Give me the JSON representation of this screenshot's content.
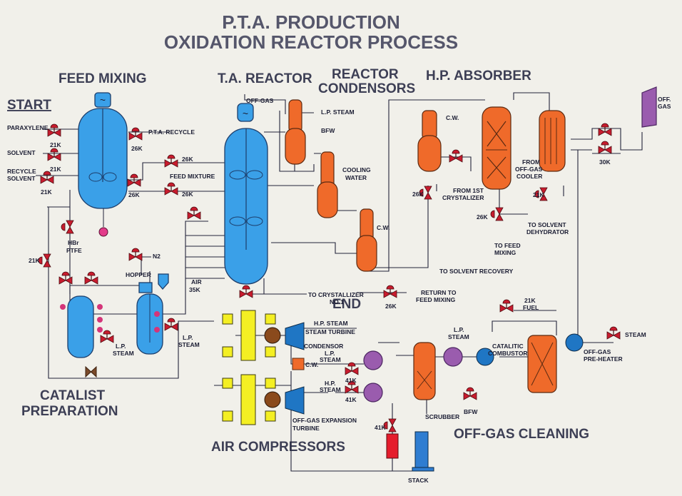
{
  "title": {
    "line1": "P.T.A. PRODUCTION",
    "line2": "OXIDATION REACTOR PROCESS"
  },
  "sections": {
    "feed_mixing": "FEED MIXING",
    "ta_reactor": "T.A. REACTOR",
    "reactor_condensors_1": "REACTOR",
    "reactor_condensors_2": "CONDENSORS",
    "hp_absorber": "H.P. ABSORBER",
    "start": "START",
    "end": "END",
    "catalist_1": "CATALIST",
    "catalist_2": "PREPARATION",
    "air_compressors": "AIR COMPRESSORS",
    "offgas_cleaning": "OFF-GAS CLEANING"
  },
  "labels": {
    "paraxylene": "PARAXYLENE",
    "solvent": "SOLVENT",
    "recycle_solvent_1": "RECYCLE",
    "recycle_solvent_2": "SOLVENT",
    "pta_recycle": "P.T.A. RECYCLE",
    "feed_mixture": "FEED MIXTURE",
    "hbr_1": "HBr",
    "hbr_2": "PTFE",
    "n2": "N2",
    "hopper": "HOPPER",
    "air_1": "AIR",
    "air_2": "35K",
    "lp_steam_cat_1": "L.P.",
    "lp_steam_cat_2": "STEAM",
    "lp_steam_cat2_1": "L.P.",
    "lp_steam_cat2_2": "STEAM",
    "off_gas": "OFF-GAS",
    "lp_steam_top": "L.P. STEAM",
    "bfw_top": "BFW",
    "cooling_water_1": "COOLING",
    "cooling_water_2": "WATER",
    "cw_condensor": "C.W.",
    "to_crystallizer_1": "TO CRYSTALLIZER",
    "to_crystallizer_2": "NO 1",
    "return_feed_1": "RETURN TO",
    "return_feed_2": "FEED MIXING",
    "to_solvent_recovery": "TO SOLVENT RECOVERY",
    "cw_absorber": "C.W.",
    "from_1st_1": "FROM 1ST",
    "from_1st_2": "CRYSTALIZER",
    "from_offgas_1": "FROM",
    "from_offgas_2": "OFF-GAS",
    "from_offgas_3": "COOLER",
    "to_solvent_dehy_1": "TO SOLVENT",
    "to_solvent_dehy_2": "DEHYDRATOR",
    "to_feed_mixing_1": "TO FEED",
    "to_feed_mixing_2": "MIXING",
    "off_gas_out_1": "OFF.",
    "off_gas_out_2": "GAS",
    "hp_steam": "H.P. STEAM",
    "steam_turbine": "STEAM TURBINE",
    "condensor": "CONDENSOR",
    "cw_turb": "C.W.",
    "lp_steam_mid_1": "L.P.",
    "lp_steam_mid_2": "STEAM",
    "hp_steam_mid_1": "H.P.",
    "hp_steam_mid_2": "STEAM",
    "offgas_exp_1": "OFF-GAS EXPANSION",
    "offgas_exp_2": "TURBINE",
    "scrubber": "SCRUBBER",
    "bfw_bottom": "BFW",
    "lp_steam_oc_1": "L.P.",
    "lp_steam_oc_2": "STEAM",
    "fuel_1": "21K",
    "fuel_2": "FUEL",
    "catalytic_1": "CATALITIC",
    "catalytic_2": "COMBUSTOR",
    "steam_right": "STEAM",
    "preheater_1": "OFF-GAS",
    "preheater_2": "PRE-HEATER",
    "stack": "STACK"
  },
  "valve_tags": {
    "v_para": "21K",
    "v_solv": "21K",
    "v_recy": "21K",
    "v_pta": "26K",
    "v_mix1": "26K",
    "v_mix2": "26K",
    "v_mix3": "26K",
    "v_hbr_side": "21K",
    "v_ret": "26K",
    "v_abs1": "26K",
    "v_abs2": "26K",
    "v_abs3": "21K",
    "v_out": "30K",
    "v_mid1": "41K",
    "v_mid2": "41K",
    "v_stack": "41K"
  },
  "colors": {
    "vessel": "#3aa0e8",
    "condensor": "#ef6a2a",
    "heat_exchanger": "#9a5cae",
    "compressor": "#f4ef23",
    "valve": "#c81c2e"
  }
}
